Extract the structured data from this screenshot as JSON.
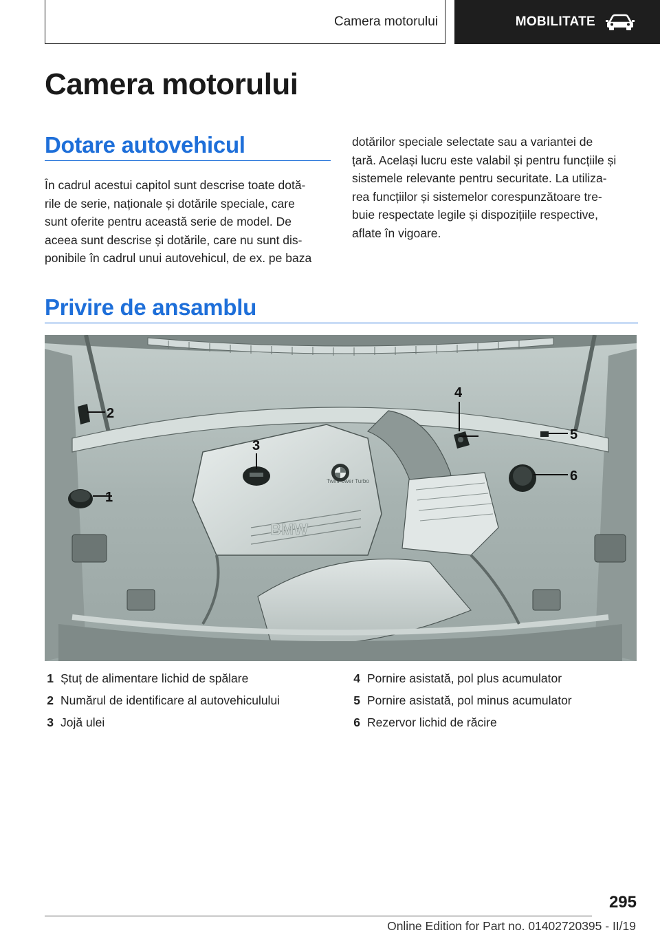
{
  "header": {
    "section": "Camera motorului",
    "chapter": "MOBILITATE",
    "chapter_icon": "car-icon"
  },
  "title": "Camera motorului",
  "sections": {
    "vehicle_equipment": {
      "heading": "Dotare autovehicul",
      "col1_lines": [
        "În cadrul acestui capitol sunt descrise toate dotă-",
        "rile de serie, naționale și dotările speciale, care",
        "sunt oferite pentru această serie de model. De",
        "aceea sunt descrise și dotările, care nu sunt dis-",
        "ponibile în cadrul unui autovehicul, de ex. pe baza"
      ],
      "col2_lines": [
        "dotărilor speciale selectate sau a variantei de",
        "țară. Același lucru este valabil și pentru funcțiile și",
        "sistemele relevante pentru securitate. La utiliza-",
        "rea funcțiilor și sistemelor corespunzătoare tre-",
        "buie respectate legile și dispozițiile respective,",
        "aflate în vigoare."
      ]
    },
    "overview": {
      "heading": "Privire de ansamblu"
    }
  },
  "figure": {
    "callouts": [
      "1",
      "2",
      "3",
      "4",
      "5",
      "6"
    ],
    "engine_text_1": "TwinPower Turbo",
    "engine_text_2": "BMW"
  },
  "legend": [
    {
      "num": "1",
      "text": "Ștuț de alimentare lichid de spălare"
    },
    {
      "num": "2",
      "text": "Numărul de identificare al autovehiculului"
    },
    {
      "num": "3",
      "text": "Jojă ulei"
    },
    {
      "num": "4",
      "text": "Pornire asistată, pol plus acumulator"
    },
    {
      "num": "5",
      "text": "Pornire asistată, pol minus acumulator"
    },
    {
      "num": "6",
      "text": "Rezervor lichid de răcire"
    }
  ],
  "page_number": "295",
  "footer": "Online Edition for Part no. 01402720395 - II/19"
}
